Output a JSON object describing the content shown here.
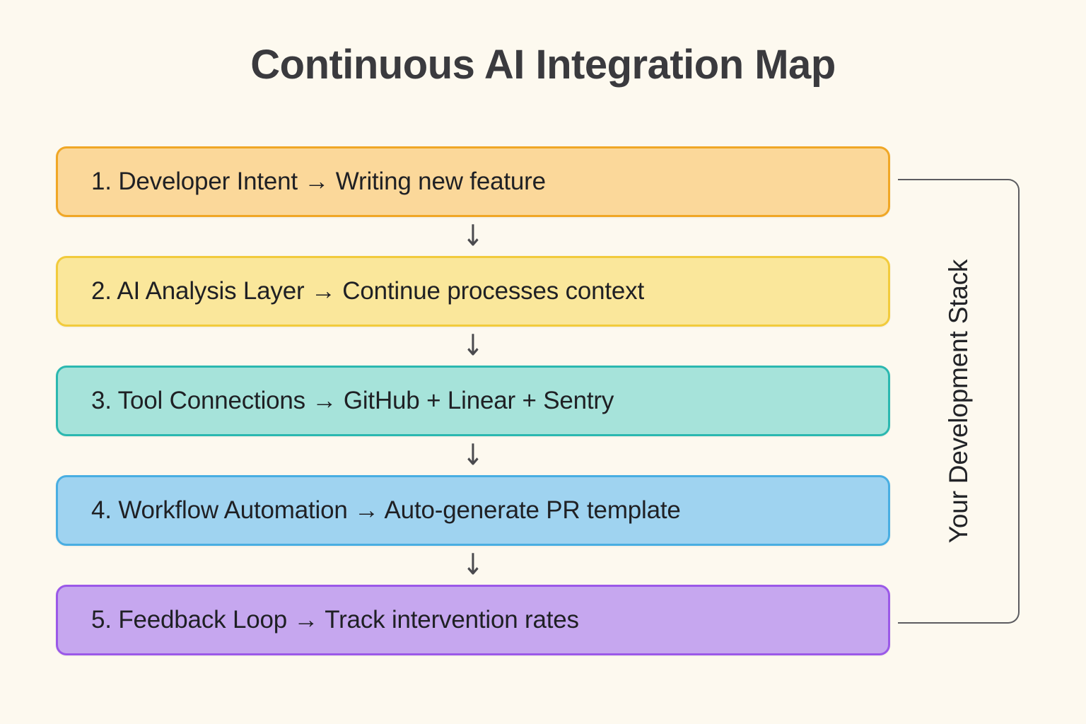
{
  "page": {
    "title": "Continuous AI Integration Map",
    "background_color": "#FDF9EF",
    "text_color": "#1F2024"
  },
  "flow": {
    "connector_glyph": "↓",
    "steps": [
      {
        "number": "1.",
        "label": "1. Developer Intent → Writing new feature",
        "stage": "Developer Intent",
        "detail": "Writing new feature",
        "fill_color": "#FBD89A",
        "border_color": "#F0A726"
      },
      {
        "number": "2.",
        "label": "2. AI Analysis Layer → Continue processes context",
        "stage": "AI Analysis Layer",
        "detail": "Continue processes context",
        "fill_color": "#FAE79B",
        "border_color": "#F2CB3C"
      },
      {
        "number": "3.",
        "label": "3. Tool Connections → GitHub + Linear + Sentry",
        "stage": "Tool Connections",
        "detail": "GitHub + Linear + Sentry",
        "fill_color": "#A6E3DA",
        "border_color": "#2BB8B0"
      },
      {
        "number": "4.",
        "label": "4. Workflow Automation → Auto-generate PR template",
        "stage": "Workflow Automation",
        "detail": "Auto-generate PR template",
        "fill_color": "#9FD3F0",
        "border_color": "#49AEE2"
      },
      {
        "number": "5.",
        "label": "5. Feedback Loop → Track intervention rates",
        "stage": "Feedback Loop",
        "detail": "Track intervention rates",
        "fill_color": "#C6A7EF",
        "border_color": "#9B59E8"
      }
    ]
  },
  "bracket": {
    "label": "Your Development Stack",
    "line_color": "#5C5C60"
  }
}
